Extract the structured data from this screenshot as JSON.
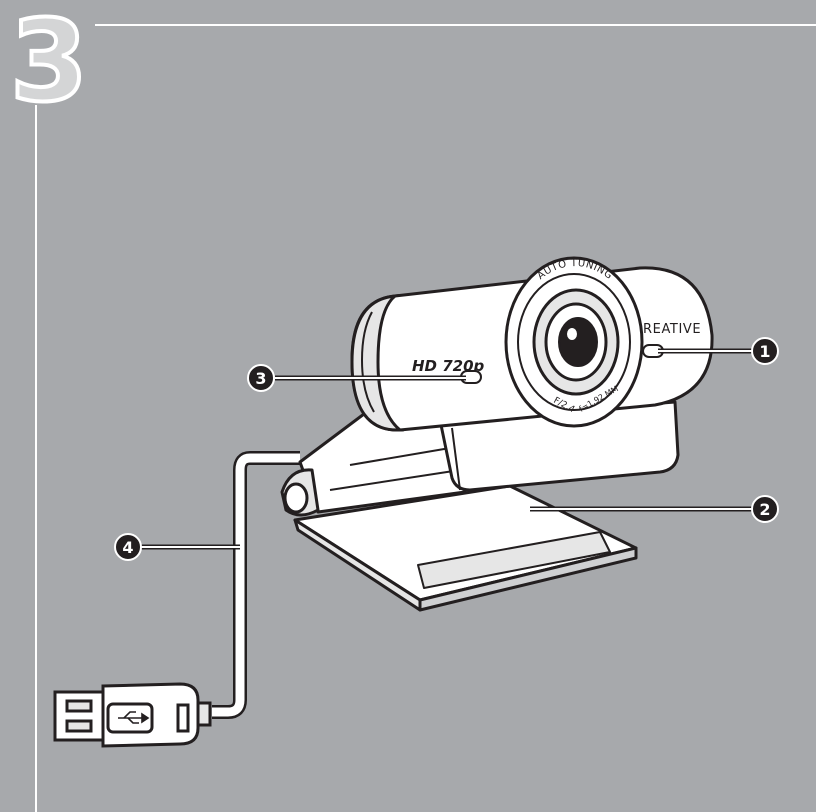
{
  "step": {
    "number": "3"
  },
  "camera": {
    "ring_top_text": "AUTO TUNING",
    "ring_bottom_left": "F/2.4",
    "ring_bottom_right": "f=1.92 MM",
    "brand": "REATIVE",
    "model": "HD 720p"
  },
  "callouts": [
    {
      "id": "1",
      "label": "1"
    },
    {
      "id": "2",
      "label": "2"
    },
    {
      "id": "3",
      "label": "3"
    },
    {
      "id": "4",
      "label": "4"
    }
  ],
  "colors": {
    "background": "#a7a9ac",
    "line": "#ffffff",
    "outline": "#231f20",
    "body": "#ffffff",
    "shade": "#e6e6e6"
  }
}
